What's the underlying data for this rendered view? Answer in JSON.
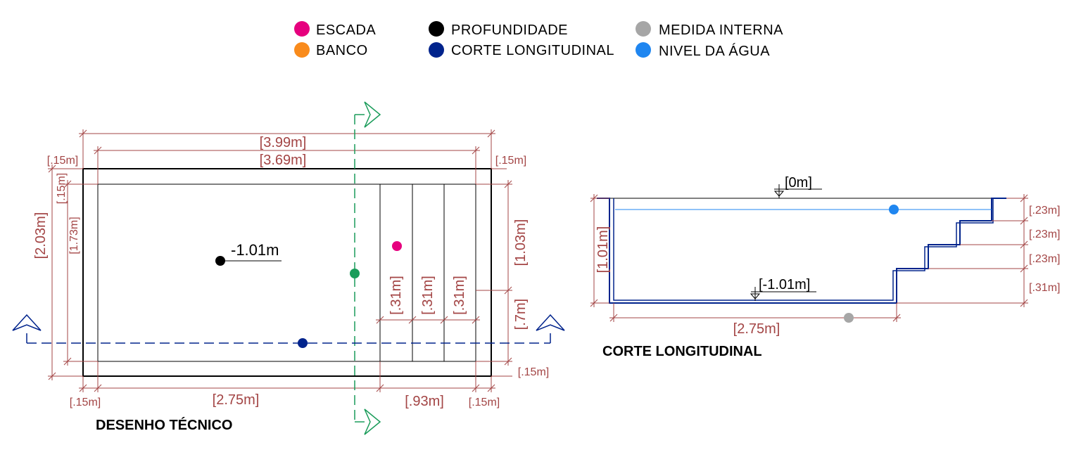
{
  "colors": {
    "escada": "#e6007e",
    "banco": "#f98b1c",
    "profundidade": "#000000",
    "corte_longitudinal": "#00238c",
    "medida_interna": "#a6a6a6",
    "nivel_da_agua": "#1f86f0",
    "dimension": "#a34545",
    "section_arrow": "#1a9c5a"
  },
  "legend": {
    "escada": "ESCADA",
    "banco": "BANCO",
    "profundidade": "PROFUNDIDADE",
    "corte_longitudinal": "CORTE LONGITUDINAL",
    "medida_interna": "MEDIDA INTERNA",
    "nivel_da_agua": "NIVEL DA ÁGUA"
  },
  "plan": {
    "caption": "DESENHO TÉCNICO",
    "depth_label": "-1.01m",
    "dims": {
      "total_length": "[3.99m]",
      "inner_length": "[3.69m]",
      "border_top_left": "[.15m]",
      "border_top_right": "[.15m]",
      "border_left_vertical": "[.15m]",
      "total_width": "[2.03m]",
      "inner_width": "[1.73m]",
      "step_1": "[.31m]",
      "step_2": "[.31m]",
      "step_3": "[.31m]",
      "right_upper": "[1.03m]",
      "right_lower": "[.7m]",
      "border_bottom_right": "[.15m]",
      "bottom_left_border": "[.15m]",
      "bottom_length": "[2.75m]",
      "bottom_stairs": "[.93m]",
      "bottom_right_border": "[.15m]"
    }
  },
  "section": {
    "caption": "CORTE LONGITUDINAL",
    "level_top": "[0m]",
    "level_bottom": "[-1.01m]",
    "depth": "[1.01m]",
    "floor_length": "[2.75m]",
    "step_heights": [
      "[.23m]",
      "[.23m]",
      "[.23m]",
      "[.31m]"
    ]
  }
}
